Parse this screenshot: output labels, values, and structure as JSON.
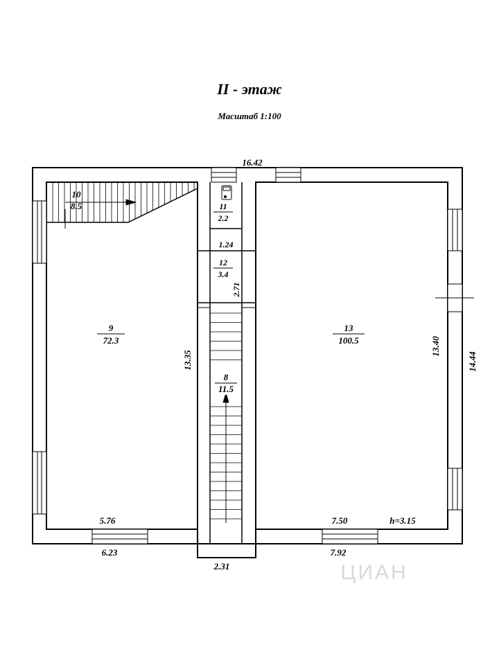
{
  "header": {
    "title": "II - этаж",
    "scale": "Масштаб 1:100"
  },
  "rooms": [
    {
      "number": "9",
      "area": "72.3"
    },
    {
      "number": "10",
      "area": "8.5"
    },
    {
      "number": "11",
      "area": "2.2"
    },
    {
      "number": "12",
      "area": "3.4"
    },
    {
      "number": "8",
      "area": "11.5"
    },
    {
      "number": "13",
      "area": "100.5"
    }
  ],
  "dimensions": {
    "top_total": "16.42",
    "right_total": "14.44",
    "room13_height": "13.40",
    "room9_height": "13.35",
    "room12_height": "2.71",
    "room11_width": "1.24",
    "room9_inner_width": "5.76",
    "room13_inner_width": "7.50",
    "ceiling_height": "h=3.15",
    "left_outer_width": "6.23",
    "right_outer_width": "7.92",
    "corridor_width": "2.31"
  },
  "watermark": "ЦИАН"
}
